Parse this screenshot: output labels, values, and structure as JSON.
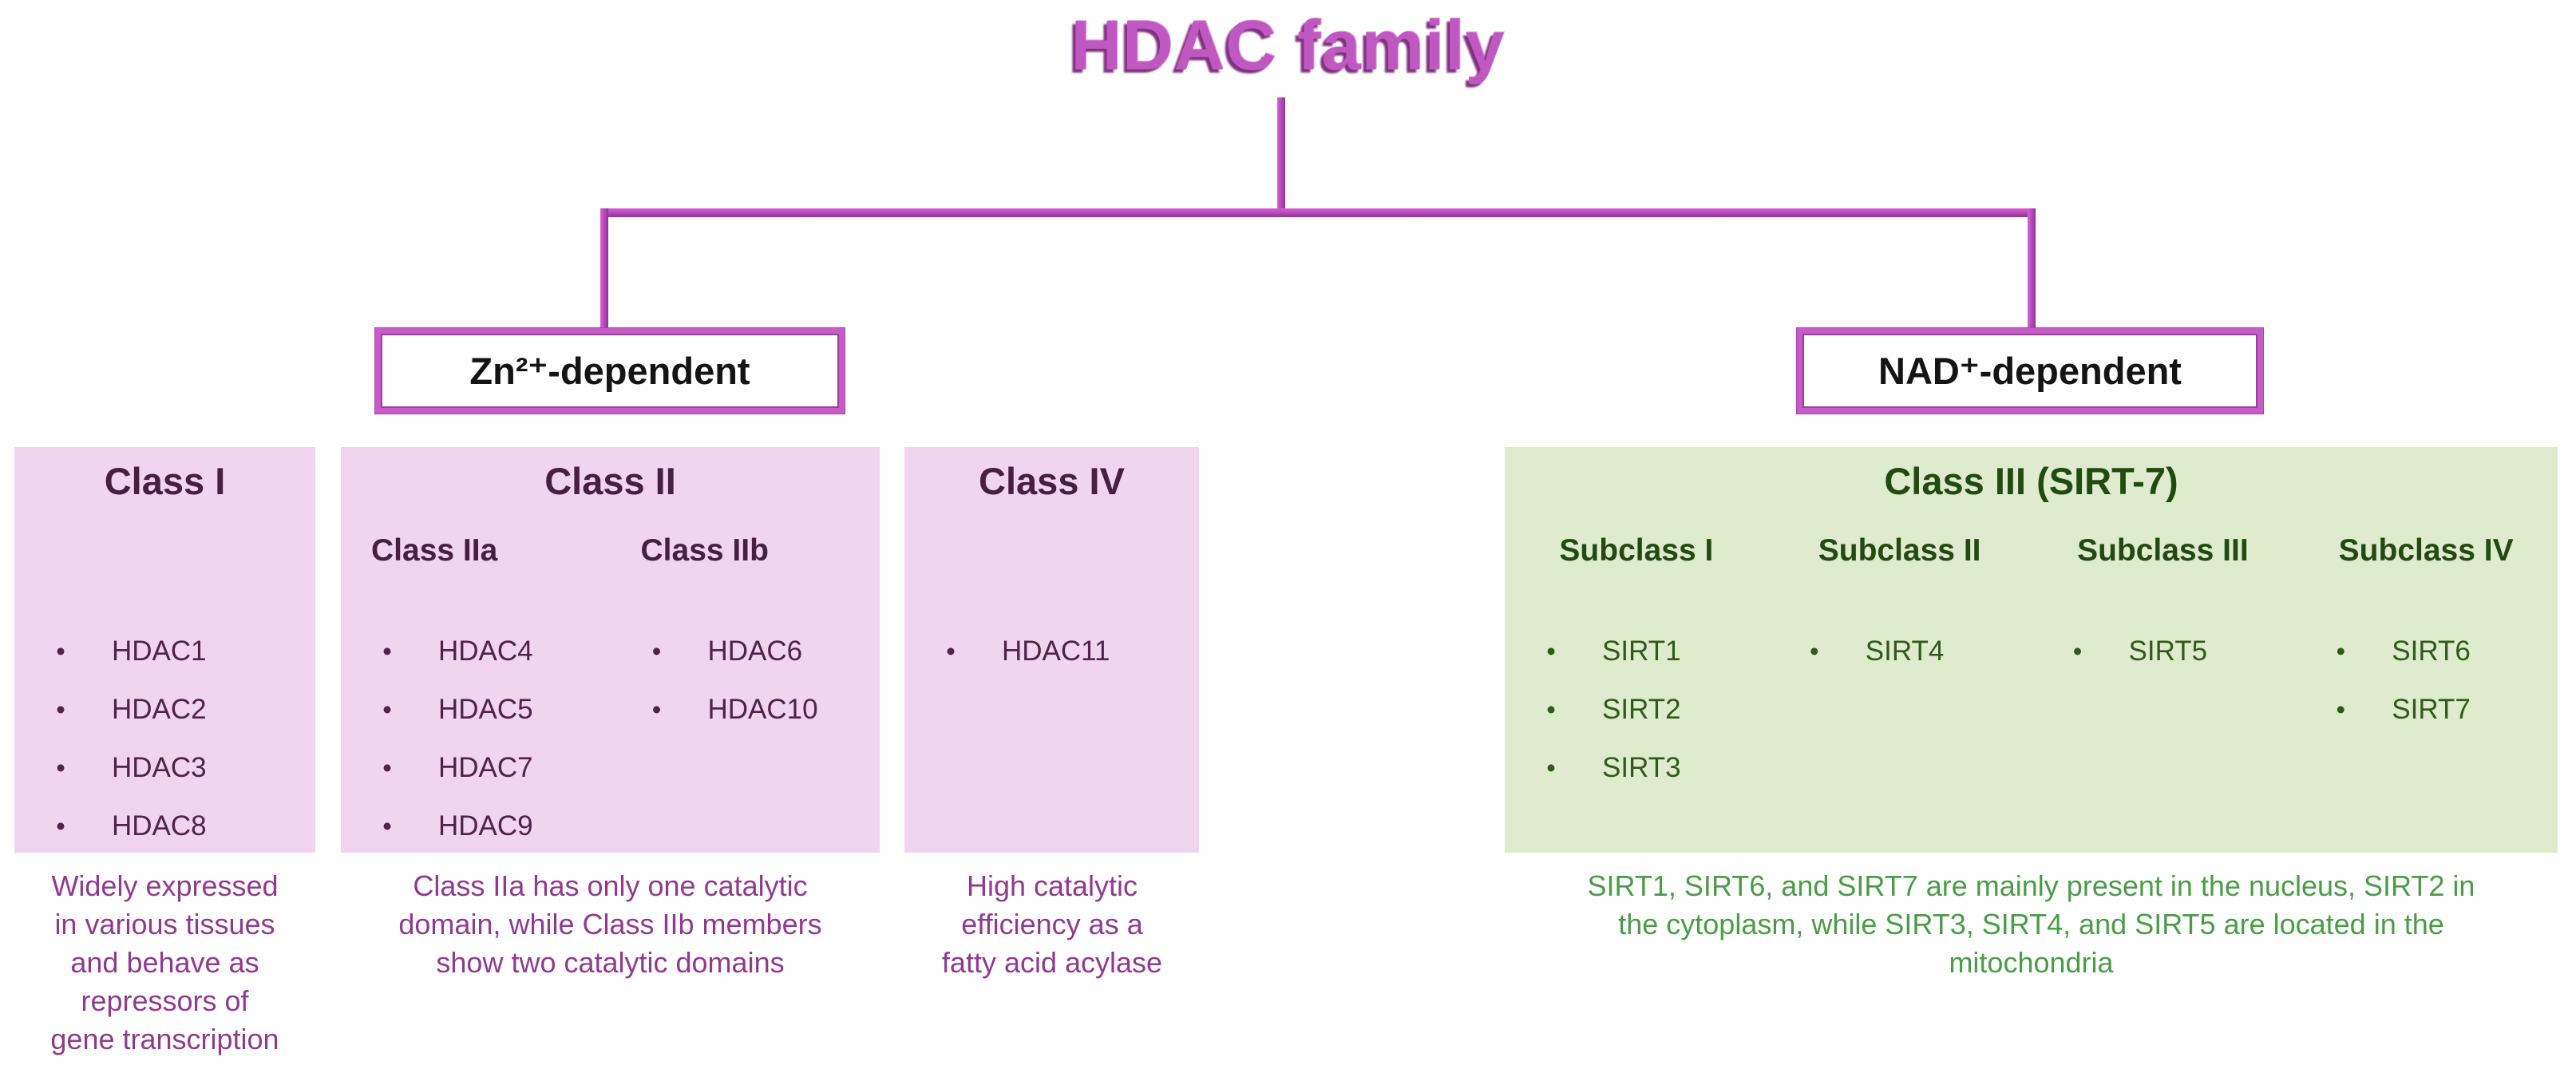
{
  "title": "HDAC family",
  "branches": {
    "zn": {
      "label": "Zn²⁺-dependent"
    },
    "nad": {
      "label": "NAD⁺-dependent"
    }
  },
  "boxes": {
    "class1": {
      "title": "Class I",
      "columns": [
        {
          "subheader": "",
          "items": [
            "HDAC1",
            "HDAC2",
            "HDAC3",
            "HDAC8"
          ]
        }
      ],
      "caption": "Widely expressed\nin various tissues\nand behave as\nrepressors of\ngene transcription"
    },
    "class2": {
      "title": "Class II",
      "columns": [
        {
          "subheader": "Class IIa",
          "items": [
            "HDAC4",
            "HDAC5",
            "HDAC7",
            "HDAC9"
          ]
        },
        {
          "subheader": "Class IIb",
          "items": [
            "HDAC6",
            "HDAC10"
          ]
        }
      ],
      "caption": "Class IIa has only one catalytic\ndomain, while Class IIb members\nshow two catalytic domains"
    },
    "class4": {
      "title": "Class IV",
      "columns": [
        {
          "subheader": "",
          "items": [
            "HDAC11"
          ]
        }
      ],
      "caption": "High catalytic\nefficiency as a\nfatty acid acylase"
    },
    "class3": {
      "title": "Class III (SIRT-7)",
      "columns": [
        {
          "subheader": "Subclass I",
          "items": [
            "SIRT1",
            "SIRT2",
            "SIRT3"
          ]
        },
        {
          "subheader": "Subclass II",
          "items": [
            "SIRT4"
          ]
        },
        {
          "subheader": "Subclass III",
          "items": [
            "SIRT5"
          ]
        },
        {
          "subheader": "Subclass IV",
          "items": [
            "SIRT6",
            "SIRT7"
          ]
        }
      ],
      "caption": "SIRT1, SIRT6, and SIRT7 are mainly present in the nucleus, SIRT2 in\nthe cytoplasm, while SIRT3, SIRT4, and SIRT5 are located in the\nmitochondria"
    }
  },
  "icons": {
    "bullet": "•"
  },
  "colors": {
    "connector_magenta": "#b845ba",
    "branch_border": "#c45ec6",
    "pink_box_bg": "#f1d5ef",
    "green_box_bg": "#deeccd",
    "pink_text": "#4e2449",
    "green_text": "#32591c",
    "caption_purple": "#8e3b8e",
    "caption_green": "#4c9b49",
    "title_magenta": "#bf58c0"
  }
}
